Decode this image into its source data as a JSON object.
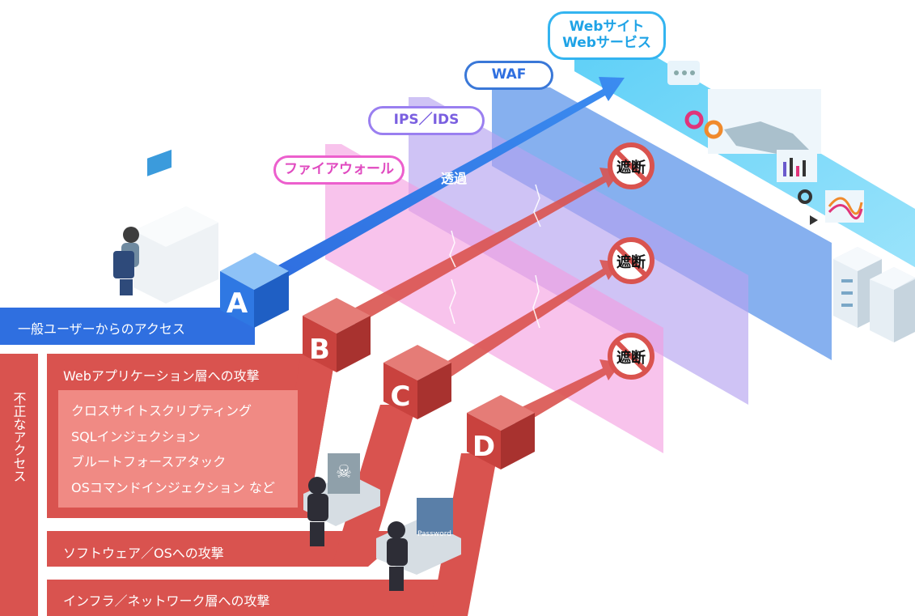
{
  "layers": {
    "website": {
      "line1": "Webサイト",
      "line2": "Webサービス"
    },
    "waf": "WAF",
    "ips_ids": "IPS／IDS",
    "firewall": "ファイアウォール"
  },
  "pass_label": "透過",
  "blocked_label": "遮断",
  "cubes": {
    "a": "A",
    "b": "B",
    "c": "C",
    "d": "D"
  },
  "normal_access": "一般ユーザーからのアクセス",
  "unauthorized": "不正なアクセス",
  "attacks": {
    "webapp": {
      "title": "Webアプリケーション層への攻撃",
      "items": [
        "クロスサイトスクリプティング",
        "SQLインジェクション",
        "ブルートフォースアタック",
        "OSコマンドインジェクション など"
      ]
    },
    "software_os": "ソフトウェア／OSへの攻撃",
    "infra": "インフラ／ネットワーク層への攻撃"
  },
  "laptop_screen_text": "Password",
  "colors": {
    "blue_arrow": "#2f6fe0",
    "red_arrow": "#d9534f",
    "firewall_pink": "#f29ee0",
    "ips_purple": "#b9a6f0",
    "waf_blue": "#6fa4ee",
    "web_cyan": "#5fd3f8"
  }
}
